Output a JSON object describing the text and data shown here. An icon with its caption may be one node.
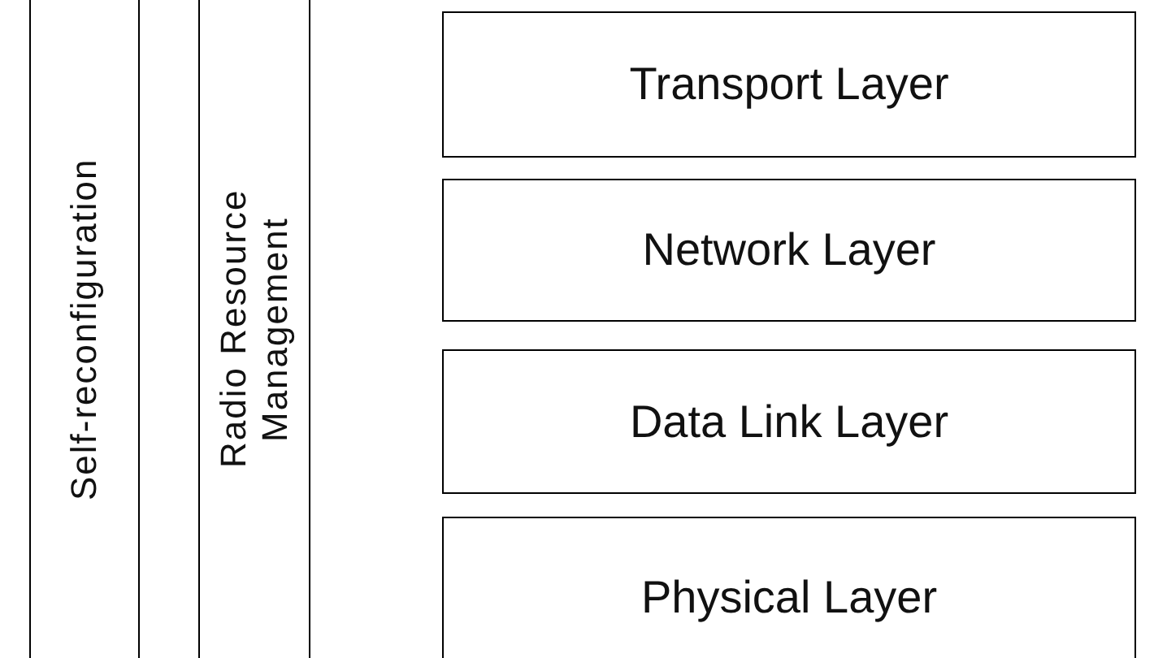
{
  "diagram": {
    "nodes": [
      {
        "text": [
          "Self-reconfiguration"
        ]
      },
      {
        "text": [
          "Radio Resource Management"
        ]
      },
      {
        "text": [
          "Transport Layer"
        ]
      },
      {
        "text": [
          "Network Layer"
        ]
      },
      {
        "text": [
          "Data Link Layer"
        ]
      },
      {
        "text": [
          "Physical Layer"
        ]
      }
    ]
  }
}
